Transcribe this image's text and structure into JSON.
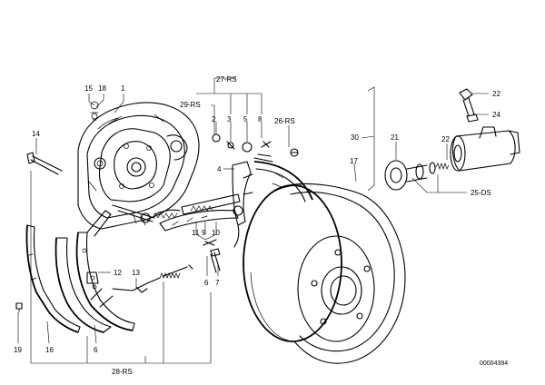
{
  "labels": {
    "l15a": "15",
    "l18": "18",
    "l1": "1",
    "l27": "27-RS",
    "l29rs": "29-RS",
    "l2": "2",
    "l3": "3",
    "l5": "5",
    "l8": "8",
    "l26": "26-RS",
    "l14": "14",
    "l4": "4",
    "l17": "17",
    "l30": "30",
    "l22t": "22",
    "l24": "24",
    "l21": "21",
    "l22": "22",
    "l25": "25-DS",
    "l11": "11",
    "l9": "9",
    "l10": "10",
    "l12": "12",
    "l13": "13",
    "l6b": "6",
    "l7": "7",
    "l19": "19",
    "l16": "16",
    "l6": "6",
    "l28": "28-RS"
  },
  "reference": "00004394"
}
